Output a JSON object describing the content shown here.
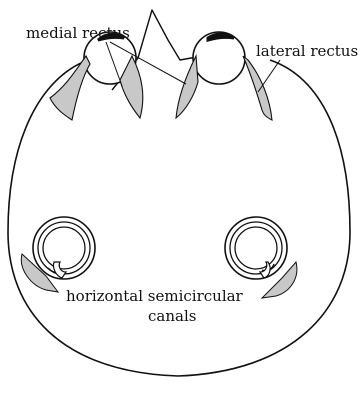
{
  "labels": {
    "medial_rectus": "medial rectus",
    "lateral_rectus": "lateral rectus",
    "canals_line1": "horizontal semicircular",
    "canals_line2": "canals"
  },
  "colors": {
    "outline": "#111111",
    "muscle_fill": "#c8c8c8",
    "background": "#ffffff"
  }
}
